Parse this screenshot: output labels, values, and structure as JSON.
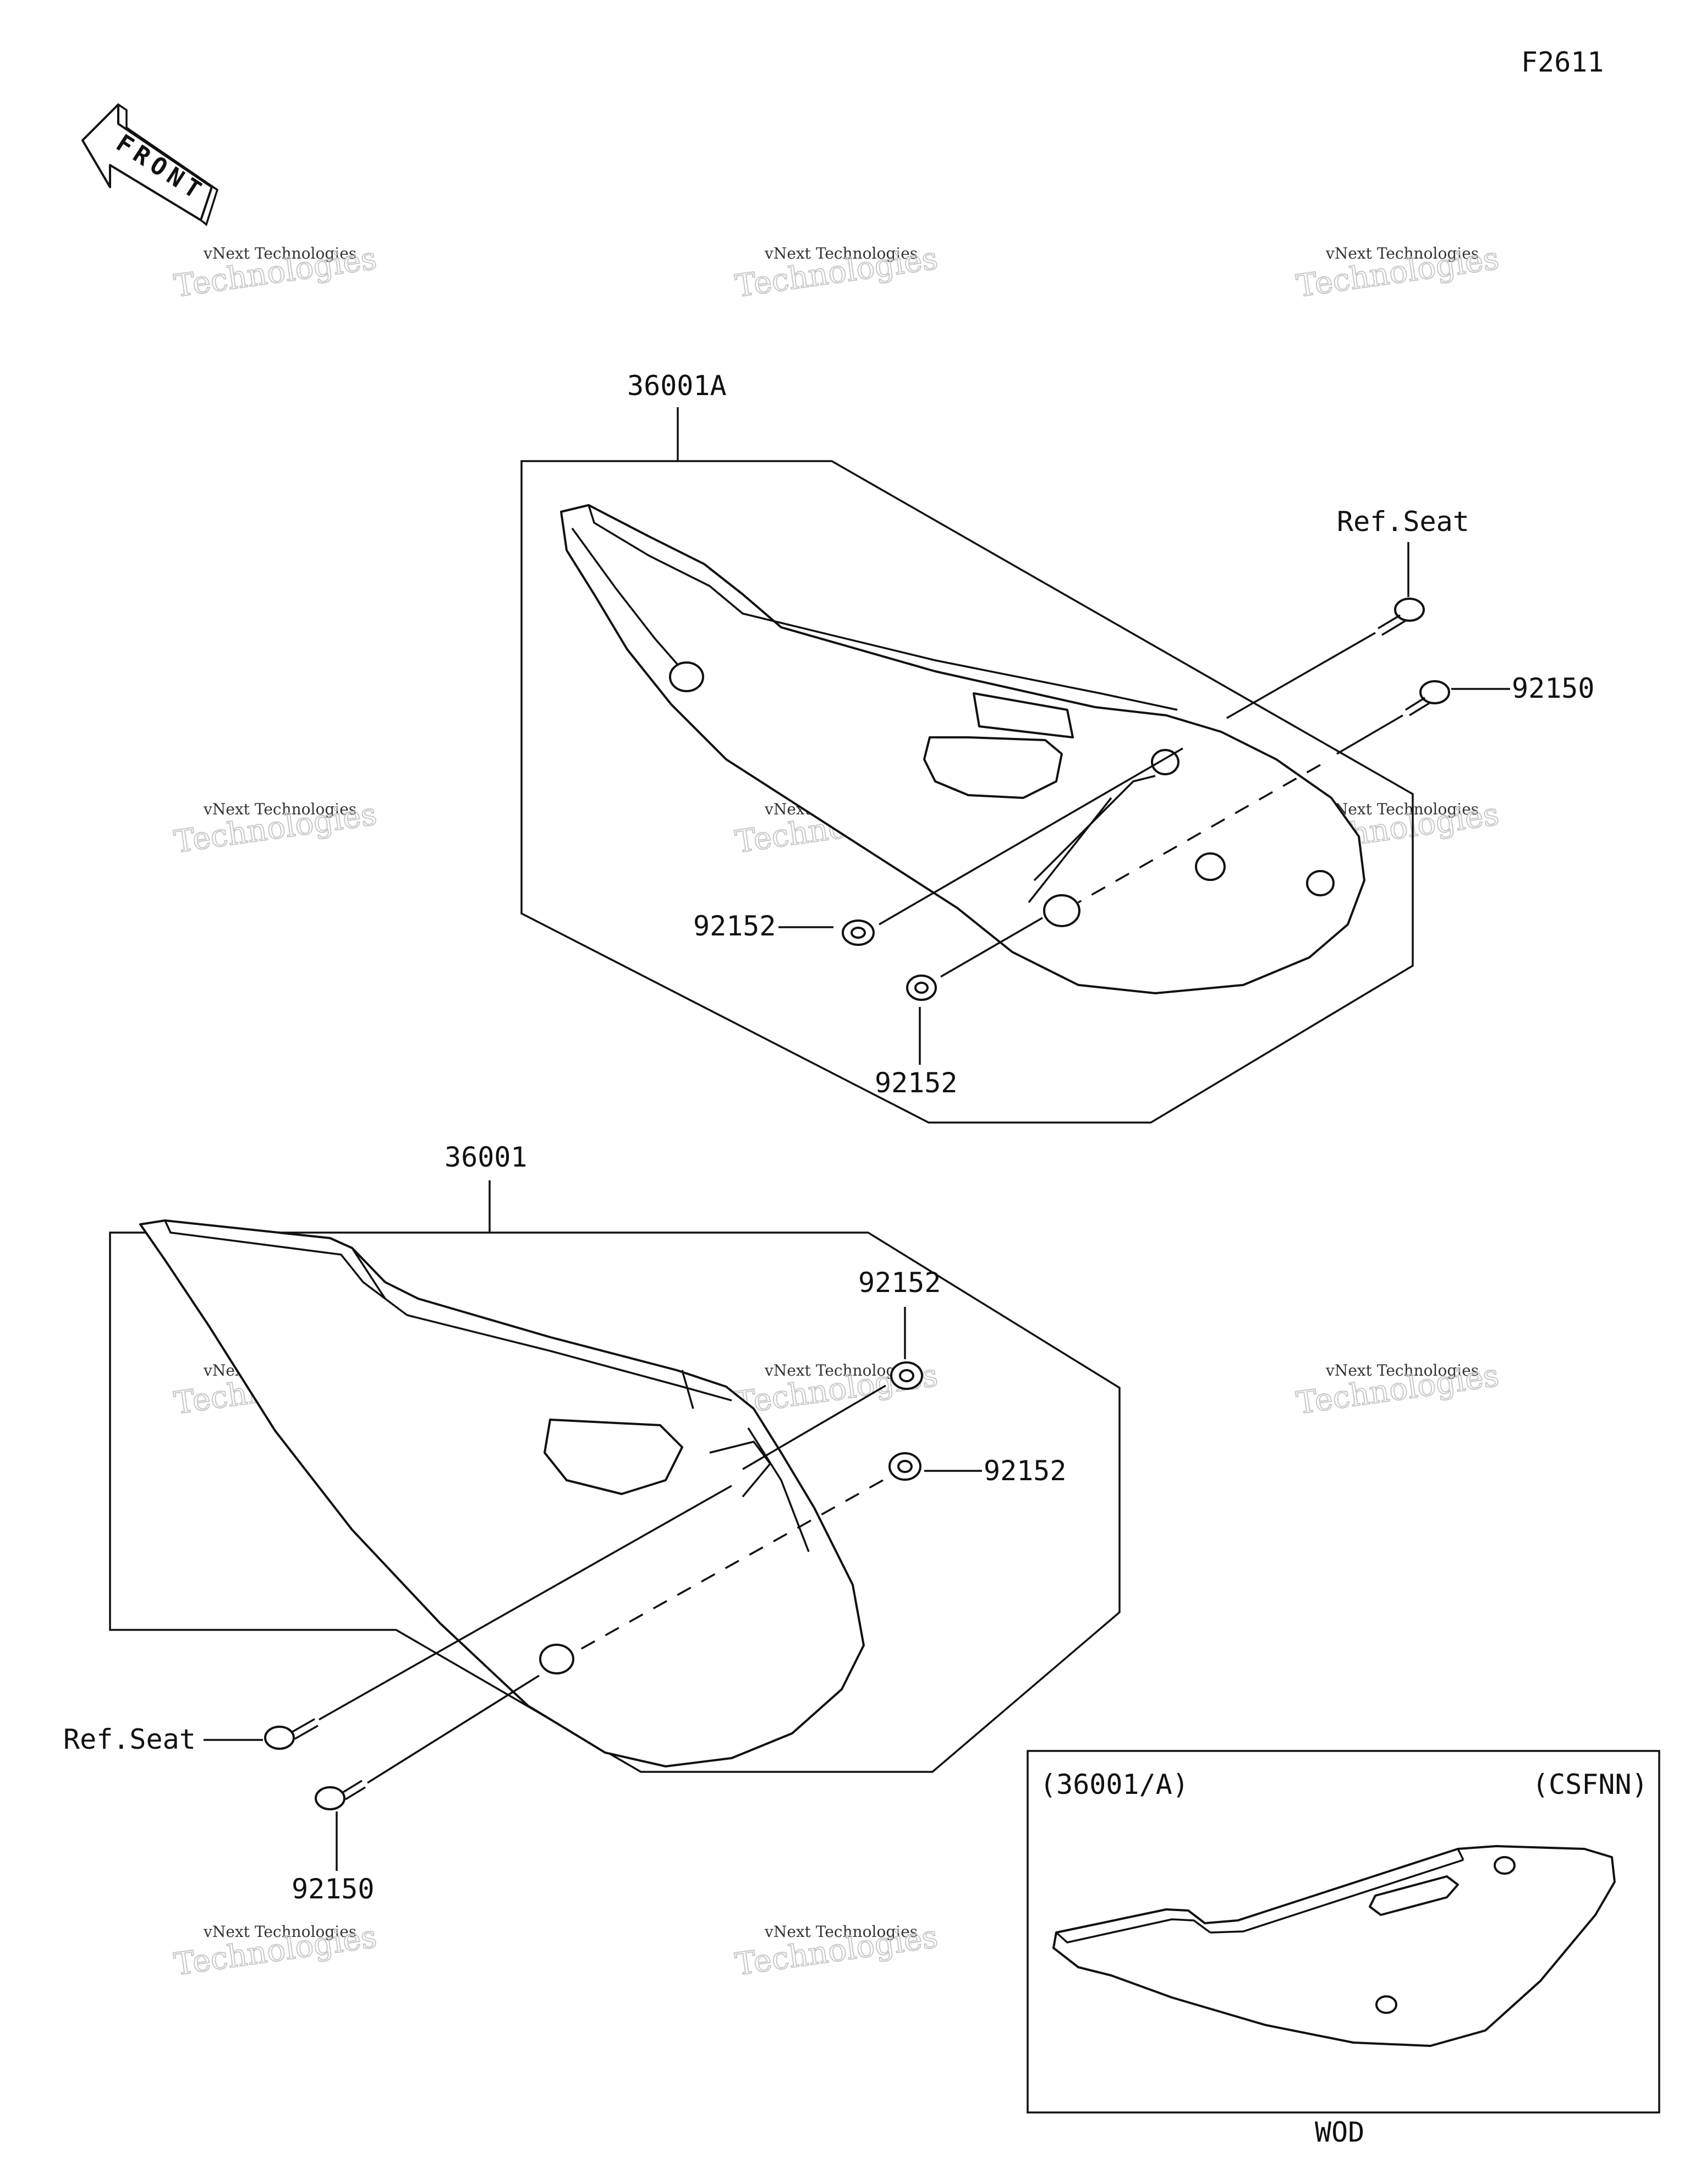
{
  "figure_code": "F2611",
  "front_label": "FRONT",
  "watermark": {
    "line1": "vNext Technologies",
    "line2": "vNext",
    "line3": "Technologies"
  },
  "callouts": {
    "a_assembly": "36001A",
    "a_ref_seat": "Ref.Seat",
    "a_bolt": "92150",
    "a_washer_left": "92152",
    "a_washer_bottom": "92152",
    "b_assembly": "36001",
    "b_washer_top": "92152",
    "b_washer_right": "92152",
    "b_ref_seat": "Ref.Seat",
    "b_bolt": "92150"
  },
  "inset": {
    "left_label": "(36001/A)",
    "right_label": "(CSFNN)",
    "caption": "WOD"
  }
}
